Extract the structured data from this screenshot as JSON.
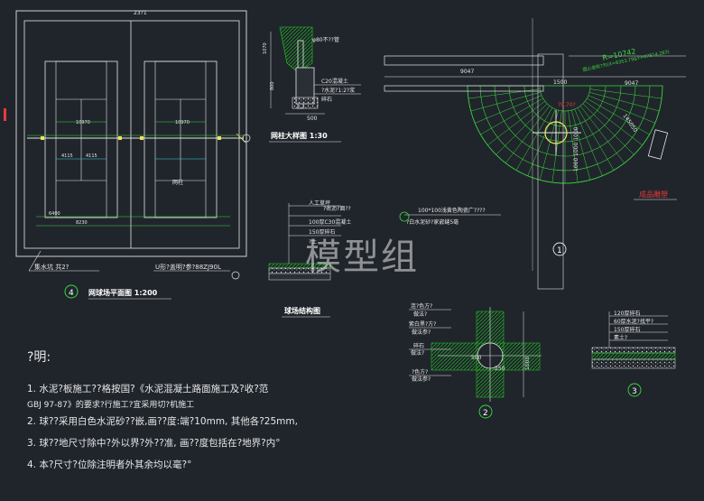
{
  "colors": {
    "background": "#20252c",
    "court_line": "#e6e6e6",
    "hatch": "#1fd01f",
    "text": "#ffffff",
    "green": "#3ad83a",
    "cyan": "#2fd6e6",
    "red": "#e83a3a",
    "yellow": "#f1e35a"
  },
  "watermark": "模型组",
  "court_plan": {
    "top_dim": "23?1",
    "dim_inner": "10970",
    "dim_side": "6400",
    "dim_mid": "8230",
    "dim_small_a": "4115",
    "dim_small_b": "4115",
    "label_post": "网柱",
    "drain_label": "集水坑  共2?",
    "wall_label": "U形?盖明?参?88ZJ90L",
    "circle_num": "4",
    "title": "网球场平面图  1:200"
  },
  "post_detail": {
    "label_pipe": "φ80不??管",
    "label_concrete": "C20混凝土",
    "label_sand": "?水泥?1:2?浆",
    "label_gravel": "碎石",
    "dim_bottom": "500",
    "dim_left": "1070",
    "dim_mid": "800",
    "title": "网柱大样图  1:30"
  },
  "surface_structure": {
    "label_1": "人工草坪",
    "label_2": "?密沥?面??",
    "label_3": "100厚C30混凝土",
    "label_4": "150厚碎石",
    "label_5": "?土",
    "title": "球场结构图"
  },
  "fan_area": {
    "radius_label": "R=10742",
    "note": "圆心坐标?为(X=8353.79&Y=47814.283)",
    "dim_left": "9047",
    "dim_right": "9047",
    "dim_center": "1500",
    "dim_r": "145050",
    "dim_v": "1000 1000 1000",
    "center_label": "?9.70?",
    "finished_label": "成品雕塑",
    "callout": "100*100浅黄色陶瓷广????",
    "callout_sub": "?白水泥砂?家嵌缝5毫",
    "circle_num": "1"
  },
  "detail_2": {
    "label_1": "连?色方?",
    "label_2": "做法?",
    "label_3": "紫白黑?方?",
    "label_4": "做法参?",
    "label_5": "碎石",
    "label_6": "做法?",
    "label_7": "?色方?",
    "label_8": "做法参?",
    "dim_a": "500",
    "dim_b": "250",
    "dim_c": "1000",
    "circle_num": "2"
  },
  "detail_3": {
    "label_1": "120厚碎石",
    "label_2": "60厚水泥?找平?",
    "label_3": "150厚碎石",
    "label_4": "素土?",
    "circle_num": "3"
  },
  "notes": {
    "heading": "?明:",
    "line1": "1. 水泥?板施工??格按国?《水泥混凝土路面施工及?收?范",
    "line1b": "   GBJ 97-87》的要求?行施工?宜采用切?机施工",
    "line2": "2. 球??采用白色水泥砂??嵌,画??度:端?10mm, 其他各?25mm,",
    "line3": "3. 球??地尺寸除中?外以界?外??准, 画??度包括在?地界?内°",
    "line4": "4. 本?尺寸?位除注明者外其余均以毫?°"
  }
}
